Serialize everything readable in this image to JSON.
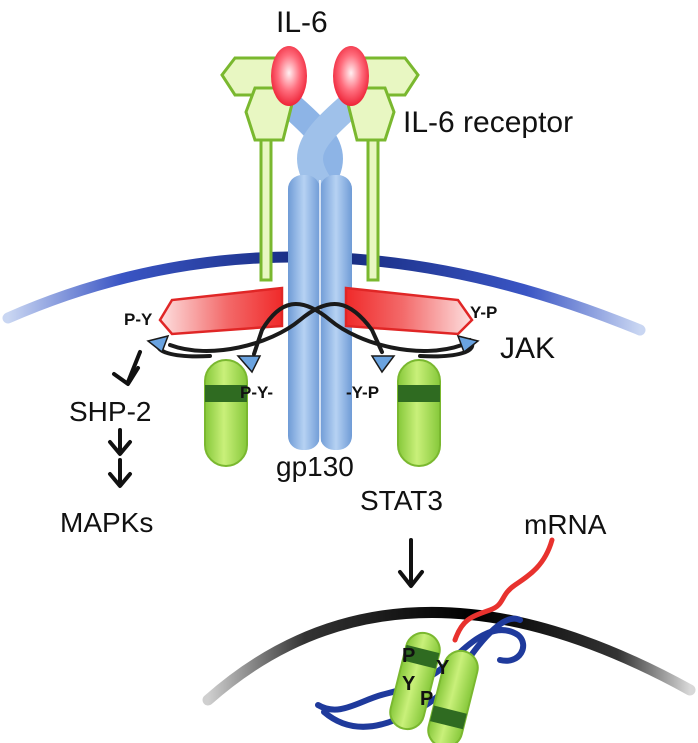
{
  "labels": {
    "il6": "IL-6",
    "il6_receptor": "IL-6 receptor",
    "jak": "JAK",
    "shp2": "SHP-2",
    "mapks": "MAPKs",
    "gp130": "gp130",
    "stat3": "STAT3",
    "mrna": "mRNA"
  },
  "phospho_tags": {
    "left_jak": "P-Y",
    "right_jak": "Y-P",
    "left_gp130": "P-Y-",
    "right_gp130": "-Y-P"
  },
  "dimer_letters": {
    "p_top": "P",
    "y_top": "Y",
    "y_bottom": "Y",
    "p_bottom": "P"
  },
  "colors": {
    "membrane": "#1a2f8c",
    "nucleus": "#111111",
    "gp130": "#8db4e6",
    "receptor_fill": "#e8f7c2",
    "receptor_stroke": "#7ab82f",
    "il6": "#ff3b4f",
    "jak": "#f03a3a",
    "stat3": "#a8e04a",
    "stat3_band": "#2f6b21",
    "phospho": "#6aa3e0",
    "dna": "#1f3a9c",
    "mrna": "#e8322e"
  }
}
